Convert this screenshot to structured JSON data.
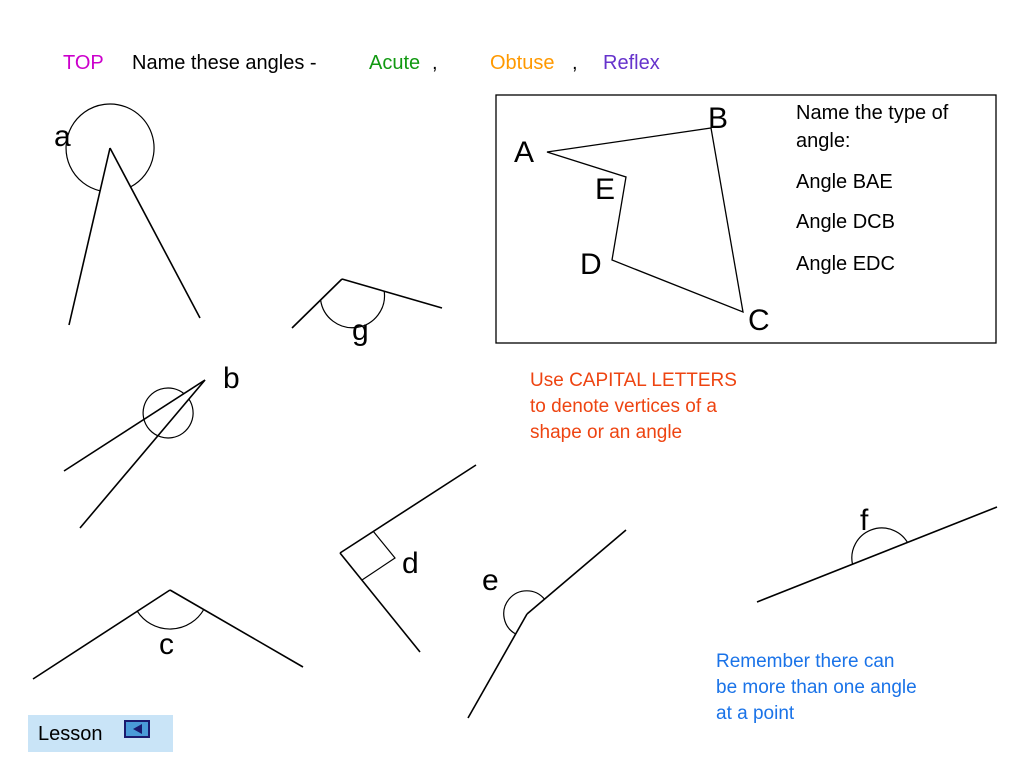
{
  "header": {
    "top_label": "TOP",
    "instruction": "Name these angles -",
    "acute": "Acute",
    "sep1": ",",
    "obtuse": "Obtuse",
    "sep2": ",",
    "reflex": "Reflex",
    "colors": {
      "top": "#cc00cc",
      "acute": "#119911",
      "obtuse": "#ff9900",
      "reflex": "#6633cc"
    }
  },
  "angle_labels": {
    "a": "a",
    "b": "b",
    "c": "c",
    "d": "d",
    "e": "e",
    "f": "f",
    "g": "g"
  },
  "shape": {
    "vertex_labels": {
      "A": "A",
      "B": "B",
      "C": "C",
      "D": "D",
      "E": "E"
    },
    "question_line1": "Name the type of",
    "question_line2": "angle:",
    "items": [
      "Angle BAE",
      "Angle DCB",
      "Angle EDC"
    ]
  },
  "notes": {
    "capitals": [
      "Use CAPITAL LETTERS",
      "to denote vertices of a",
      "shape or an angle"
    ],
    "capitals_color": "#ee4411",
    "remember": [
      "Remember there can",
      "be more than one angle",
      "at a point"
    ],
    "remember_color": "#1a73e8"
  },
  "nav": {
    "lesson_label": "Lesson",
    "back_icon": "back-arrow-icon"
  }
}
